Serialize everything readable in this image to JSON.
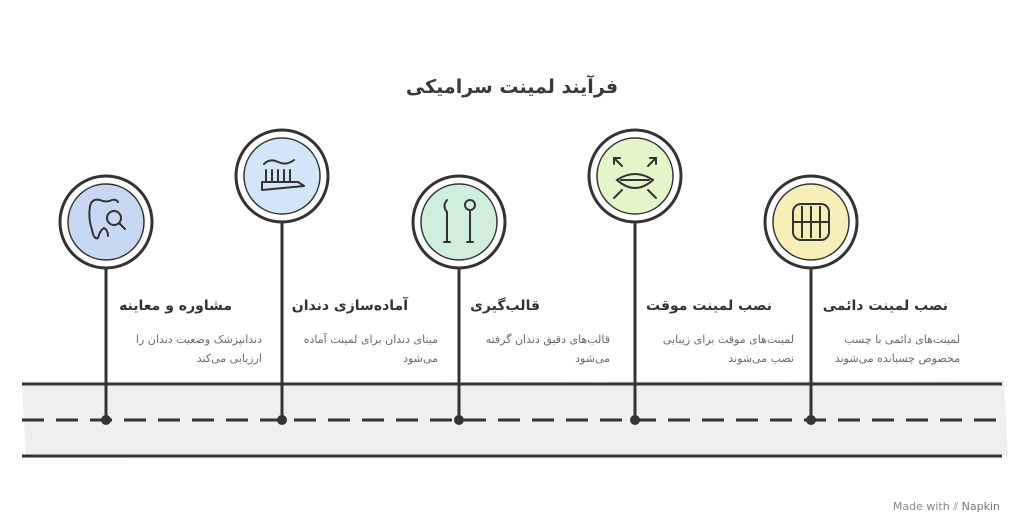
{
  "title": "فرآیند لمینت سرامیکی",
  "steps": [
    {
      "title": "مشاوره و معاینه",
      "desc_line1": "دندانپزشک وضعیت دندان را",
      "desc_line2": "ارزیابی می‌کند",
      "icon": "tooth-magnifier-icon",
      "color": "#c9d8f2"
    },
    {
      "title": "آماده‌سازی دندان",
      "desc_line1": "مینای دندان برای لمینت آماده",
      "desc_line2": "می‌شود",
      "icon": "toothbrush-icon",
      "color": "#d3e6f7"
    },
    {
      "title": "قالب‌گیری",
      "desc_line1": "قالب‌های دقیق دندان گرفته",
      "desc_line2": "می‌شود",
      "icon": "dental-tools-icon",
      "color": "#cfefdc"
    },
    {
      "title": "نصب لمینت موقت",
      "desc_line1": "لمینت‌های موقت برای زیبایی",
      "desc_line2": "نصب می‌شوند",
      "icon": "smile-expand-icon",
      "color": "#e4f6c9"
    },
    {
      "title": "نصب لمینت دائمی",
      "desc_line1": "لمینت‌های دائمی با چسب",
      "desc_line2": "مخصوص چسبانده می‌شوند",
      "icon": "teeth-icon",
      "color": "#f6efb8"
    }
  ],
  "watermark": {
    "prefix": "Made with",
    "brand": "Napkin",
    "icon": "napkin-logo-icon"
  }
}
